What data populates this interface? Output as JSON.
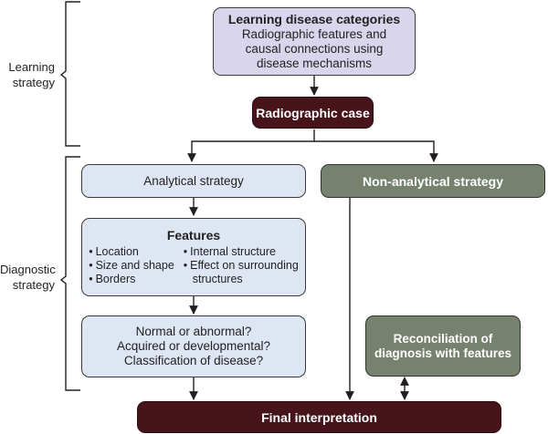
{
  "side_labels": {
    "learning": [
      "Learning",
      "strategy"
    ],
    "diagnostic": [
      "Diagnostic",
      "strategy"
    ]
  },
  "nodes": {
    "learning_categories": {
      "title": "Learning disease categories",
      "lines": [
        "Radiographic features and",
        "causal connections using",
        "disease mechanisms"
      ]
    },
    "radiographic_case": {
      "title": "Radiographic case"
    },
    "analytical": {
      "title": "Analytical strategy"
    },
    "non_analytical": {
      "title": "Non-analytical strategy"
    },
    "features": {
      "title": "Features",
      "col1": [
        "Location",
        "Size and shape",
        "Borders"
      ],
      "col2": [
        "Internal structure",
        "Effect on surrounding"
      ],
      "col2_cont": "structures"
    },
    "questions": {
      "lines": [
        "Normal or abnormal?",
        "Acquired or developmental?",
        "Classification of disease?"
      ]
    },
    "reconciliation": {
      "lines": [
        "Reconciliation of",
        "diagnosis with features"
      ]
    },
    "final": {
      "title": "Final interpretation"
    }
  },
  "colors": {
    "lavender": "#d9d5ec",
    "light_blue": "#dde6f2",
    "maroon": "#47141c",
    "green": "#76826e"
  }
}
